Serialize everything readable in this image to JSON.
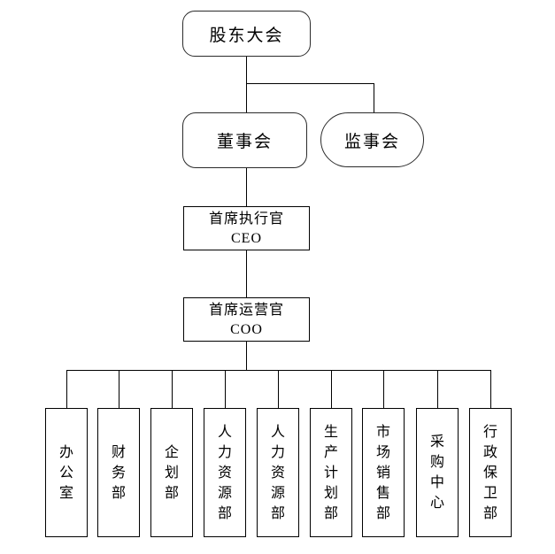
{
  "chart": {
    "type": "org-chart",
    "nodes": {
      "shareholders": {
        "label": "股东大会"
      },
      "board": {
        "label": "董事会"
      },
      "supervisory": {
        "label": "监事会"
      },
      "ceo": {
        "title": "首席执行官",
        "abbr": "CEO"
      },
      "coo": {
        "title": "首席运营官",
        "abbr": "COO"
      },
      "departments": [
        {
          "label": "办公室"
        },
        {
          "label": "财务部"
        },
        {
          "label": "企划部"
        },
        {
          "label": "人力资源部"
        },
        {
          "label": "人力资源部"
        },
        {
          "label": "生产计划部"
        },
        {
          "label": "市场销售部"
        },
        {
          "label": "采购中心"
        },
        {
          "label": "行政保卫部"
        }
      ]
    },
    "colors": {
      "background": "#ffffff",
      "line": "#000000",
      "border": "#000000",
      "text": "#000000"
    }
  }
}
